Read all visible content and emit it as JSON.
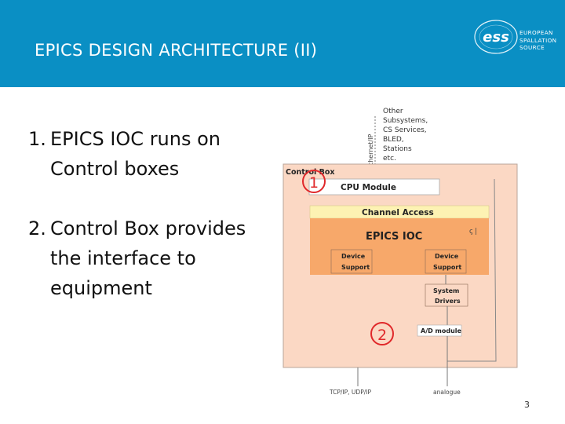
{
  "slide": {
    "title": "EPICS DESIGN ARCHITECTURE (II)",
    "page_number": "3",
    "logo": {
      "mark": "ess",
      "lines": [
        "EUROPEAN",
        "SPALLATION",
        "SOURCE"
      ]
    },
    "points": [
      {
        "number": "1.",
        "text": "EPICS IOC runs on Control boxes"
      },
      {
        "number": "2.",
        "text": "Control Box provides the interface to equipment"
      }
    ]
  },
  "diagram": {
    "other_subsystems": [
      "Other",
      "Subsystems,",
      "CS Services,",
      "BLED,",
      "Stations",
      "etc."
    ],
    "ethernet_label": "Ethernet/IP",
    "control_box_label": "Control Box",
    "cpu_module_label": "CPU Module",
    "channel_access_label": "Channel Access",
    "epics_ioc_label": "EPICS IOC",
    "device_support_left": [
      "Device",
      "Support"
    ],
    "device_support_right": [
      "Device",
      "Support"
    ],
    "system_drivers": [
      "System",
      "Drivers"
    ],
    "ad_module_label": "A/D module",
    "bottom_left_label": "TCP/IP, UDP/IP",
    "bottom_right_label": "analogue",
    "marker_1": "1",
    "marker_2": "2",
    "colors": {
      "header": "#0a8fc4",
      "control_box_fill": "#fbd8c4",
      "ioc_fill": "#f7a86a",
      "channel_access_fill": "#fdf2b3",
      "marker": "#e0282a"
    }
  }
}
